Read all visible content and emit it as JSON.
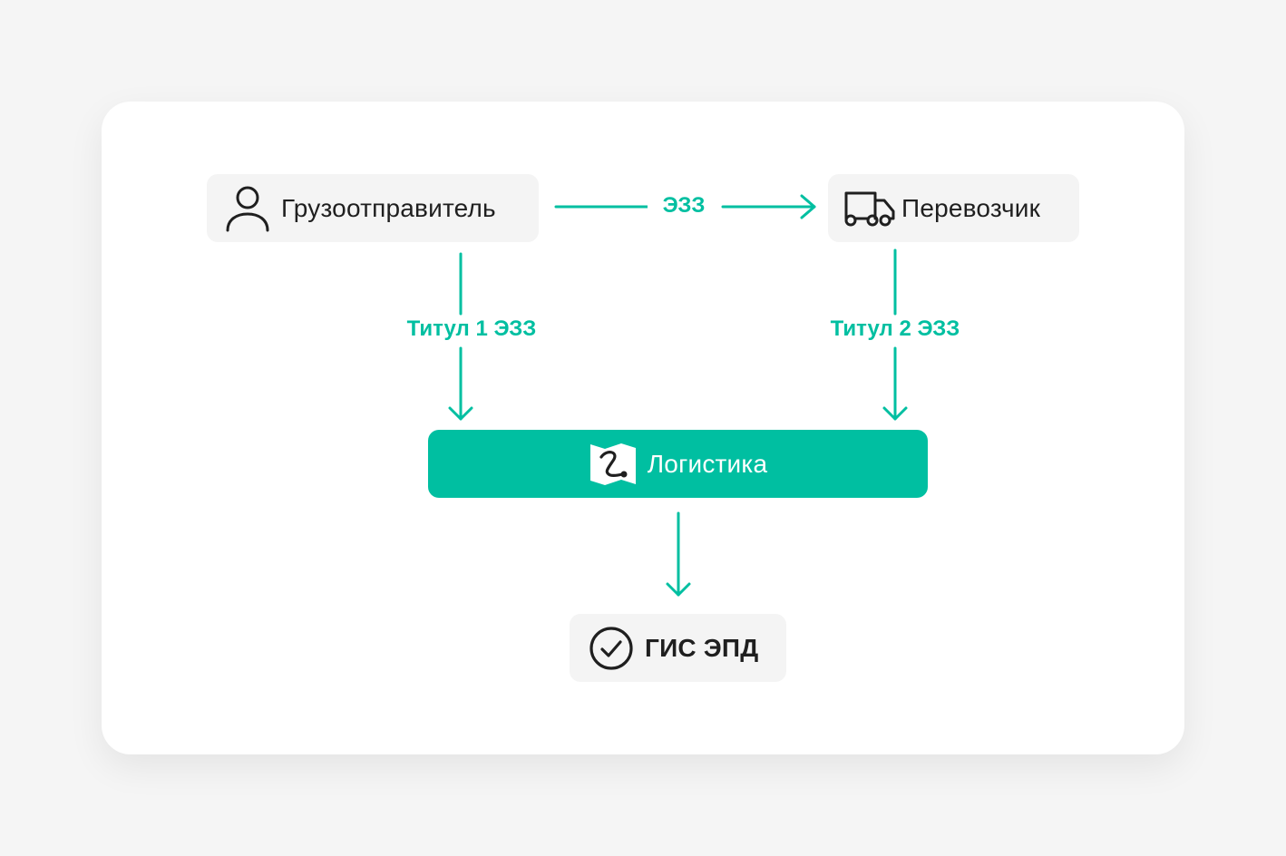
{
  "nodes": {
    "shipper": {
      "label": "Грузоотправитель",
      "icon": "user-icon"
    },
    "carrier": {
      "label": "Перевозчик",
      "icon": "truck-icon"
    },
    "logistics": {
      "label": "Логистика",
      "icon": "route-map-icon"
    },
    "gis": {
      "label": "ГИС ЭПД",
      "icon": "check-circle-icon"
    }
  },
  "edges": {
    "shipper_to_carrier": "ЭЗЗ",
    "shipper_to_logistics": "Титул 1 ЭЗЗ",
    "carrier_to_logistics": "Титул 2 ЭЗЗ"
  },
  "colors": {
    "accent": "#00bfa1",
    "node_background": "#f4f4f4",
    "text": "#1f1f1f",
    "page_background": "#f5f5f5"
  }
}
